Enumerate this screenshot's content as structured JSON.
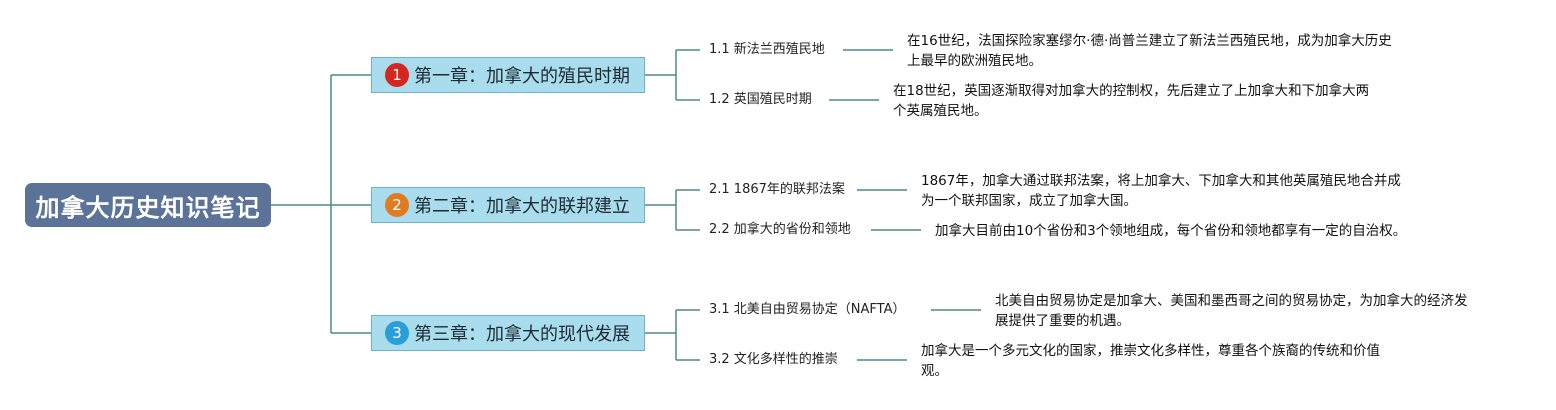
{
  "root": {
    "title": "加拿大历史知识笔记"
  },
  "chapters": [
    {
      "number": "1",
      "title": "第一章：加拿大的殖民时期",
      "color": "#d5261f",
      "topics": [
        {
          "title": "1.1 新法兰西殖民地",
          "desc": [
            "在16世纪，法国探险家塞缪尔·德·尚普兰建立了新法兰西殖民地，成为加拿大历史",
            "上最早的欧洲殖民地。"
          ]
        },
        {
          "title": "1.2 英国殖民时期",
          "desc": [
            "在18世纪，英国逐渐取得对加拿大的控制权，先后建立了上加拿大和下加拿大两",
            "个英属殖民地。"
          ]
        }
      ]
    },
    {
      "number": "2",
      "title": "第二章：加拿大的联邦建立",
      "color": "#e07b22",
      "topics": [
        {
          "title": "2.1 1867年的联邦法案",
          "desc": [
            "1867年，加拿大通过联邦法案，将上加拿大、下加拿大和其他英属殖民地合并成",
            "为一个联邦国家，成立了加拿大国。"
          ]
        },
        {
          "title": "2.2 加拿大的省份和领地",
          "desc": [
            "加拿大目前由10个省份和3个领地组成，每个省份和领地都享有一定的自治权。"
          ]
        }
      ]
    },
    {
      "number": "3",
      "title": "第三章：加拿大的现代发展",
      "color": "#2a9ed9",
      "topics": [
        {
          "title": "3.1 北美自由贸易协定（NAFTA）",
          "desc": [
            "北美自由贸易协定是加拿大、美国和墨西哥之间的贸易协定，为加拿大的经济发",
            "展提供了重要的机遇。"
          ]
        },
        {
          "title": "3.2 文化多样性的推崇",
          "desc": [
            "加拿大是一个多元文化的国家，推崇文化多样性，尊重各个族裔的传统和价值",
            "观。"
          ]
        }
      ]
    }
  ]
}
